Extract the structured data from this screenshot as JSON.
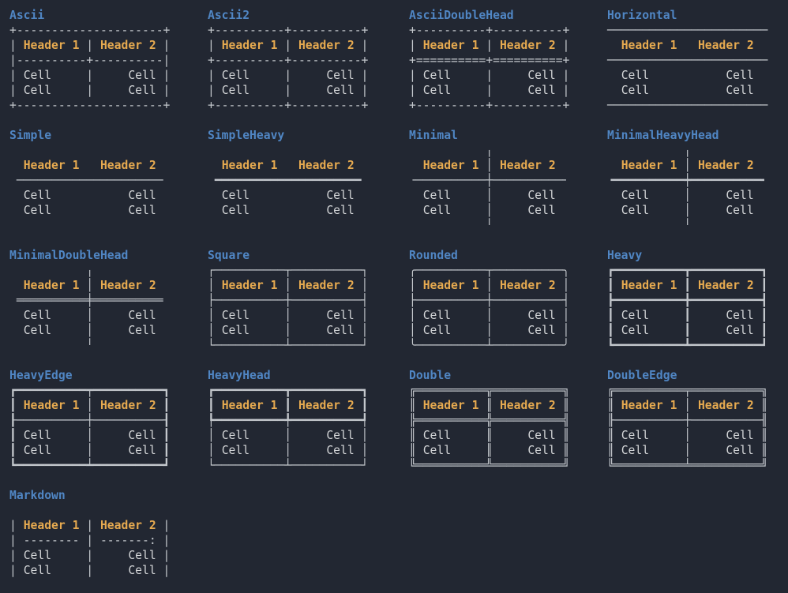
{
  "colors": {
    "background": "#222732",
    "title": "#5086c4",
    "header": "#e6aa50",
    "cell": "#d4d6d8",
    "border": "#c3c7cc"
  },
  "strings": {
    "header1": "Header 1",
    "header2": "Header 2",
    "cell": "Cell"
  },
  "tables": [
    {
      "title": "Ascii",
      "top": "+---------------------+",
      "head_pre": "| ",
      "head_mid": " | ",
      "head_post": " |",
      "sep": "|----------+----------|",
      "cell_pre": "| ",
      "cell_mid": "     |     ",
      "cell_post": " |",
      "bottom": "+---------------------+"
    },
    {
      "title": "Ascii2",
      "top": "+----------+----------+",
      "head_pre": "| ",
      "head_mid": " | ",
      "head_post": " |",
      "sep": "+----------+----------+",
      "cell_pre": "| ",
      "cell_mid": "     |     ",
      "cell_post": " |",
      "bottom": "+----------+----------+"
    },
    {
      "title": "AsciiDoubleHead",
      "top": "+----------+----------+",
      "head_pre": "| ",
      "head_mid": " | ",
      "head_post": " |",
      "sep": "+==========+==========+",
      "cell_pre": "| ",
      "cell_mid": "     |     ",
      "cell_post": " |",
      "bottom": "+----------+----------+"
    },
    {
      "title": "Horizontal",
      "top": "───────────────────────",
      "head_pre": "  ",
      "head_mid": "   ",
      "head_post": "  ",
      "sep": "───────────────────────",
      "cell_pre": "  ",
      "cell_mid": "           ",
      "cell_post": "  ",
      "bottom": "───────────────────────"
    },
    {
      "title": "Simple",
      "top": "",
      "head_pre": "  ",
      "head_mid": "   ",
      "head_post": "  ",
      "sep": " ───────────────────── ",
      "cell_pre": "  ",
      "cell_mid": "           ",
      "cell_post": "  ",
      "bottom": ""
    },
    {
      "title": "SimpleHeavy",
      "top": "",
      "head_pre": "  ",
      "head_mid": "   ",
      "head_post": "  ",
      "sep": " ━━━━━━━━━━━━━━━━━━━━━ ",
      "cell_pre": "  ",
      "cell_mid": "           ",
      "cell_post": "  ",
      "bottom": ""
    },
    {
      "title": "Minimal",
      "top": "           ╷           ",
      "head_pre": "  ",
      "head_mid": " │ ",
      "head_post": "  ",
      "sep": "╶──────────┼──────────╴",
      "cell_pre": "  ",
      "cell_mid": "     │     ",
      "cell_post": "  ",
      "bottom": "           ╵           "
    },
    {
      "title": "MinimalHeavyHead",
      "top": "           ╷           ",
      "head_pre": "  ",
      "head_mid": " │ ",
      "head_post": "  ",
      "sep": "╺━━━━━━━━━━┿━━━━━━━━━━╸",
      "cell_pre": "  ",
      "cell_mid": "     │     ",
      "cell_post": "  ",
      "bottom": "           ╵           "
    },
    {
      "title": "MinimalDoubleHead",
      "top": "           ╷           ",
      "head_pre": "  ",
      "head_mid": " │ ",
      "head_post": "  ",
      "sep": " ══════════╪══════════ ",
      "cell_pre": "  ",
      "cell_mid": "     │     ",
      "cell_post": "  ",
      "bottom": "           ╵           "
    },
    {
      "title": "Square",
      "top": "┌──────────┬──────────┐",
      "head_pre": "│ ",
      "head_mid": " │ ",
      "head_post": " │",
      "sep": "├──────────┼──────────┤",
      "cell_pre": "│ ",
      "cell_mid": "     │     ",
      "cell_post": " │",
      "bottom": "└──────────┴──────────┘"
    },
    {
      "title": "Rounded",
      "top": "╭──────────┬──────────╮",
      "head_pre": "│ ",
      "head_mid": " │ ",
      "head_post": " │",
      "sep": "├──────────┼──────────┤",
      "cell_pre": "│ ",
      "cell_mid": "     │     ",
      "cell_post": " │",
      "bottom": "╰──────────┴──────────╯"
    },
    {
      "title": "Heavy",
      "top": "┏━━━━━━━━━━┳━━━━━━━━━━┓",
      "head_pre": "┃ ",
      "head_mid": " ┃ ",
      "head_post": " ┃",
      "sep": "┣━━━━━━━━━━╋━━━━━━━━━━┫",
      "cell_pre": "┃ ",
      "cell_mid": "     ┃     ",
      "cell_post": " ┃",
      "bottom": "┗━━━━━━━━━━┻━━━━━━━━━━┛"
    },
    {
      "title": "HeavyEdge",
      "top": "┏━━━━━━━━━━┯━━━━━━━━━━┓",
      "head_pre": "┃ ",
      "head_mid": " │ ",
      "head_post": " ┃",
      "sep": "┠──────────┼──────────┨",
      "cell_pre": "┃ ",
      "cell_mid": "     │     ",
      "cell_post": " ┃",
      "bottom": "┗━━━━━━━━━━┷━━━━━━━━━━┛"
    },
    {
      "title": "HeavyHead",
      "top": "┏━━━━━━━━━━┳━━━━━━━━━━┓",
      "head_pre": "┃ ",
      "head_mid": " ┃ ",
      "head_post": " ┃",
      "sep": "┡━━━━━━━━━━╇━━━━━━━━━━┩",
      "cell_pre": "│ ",
      "cell_mid": "     │     ",
      "cell_post": " │",
      "bottom": "└──────────┴──────────┘"
    },
    {
      "title": "Double",
      "top": "╔══════════╦══════════╗",
      "head_pre": "║ ",
      "head_mid": " ║ ",
      "head_post": " ║",
      "sep": "╠══════════╬══════════╣",
      "cell_pre": "║ ",
      "cell_mid": "     ║     ",
      "cell_post": " ║",
      "bottom": "╚══════════╩══════════╝"
    },
    {
      "title": "DoubleEdge",
      "top": "╔══════════╤══════════╗",
      "head_pre": "║ ",
      "head_mid": " │ ",
      "head_post": " ║",
      "sep": "╟──────────┼──────────╢",
      "cell_pre": "║ ",
      "cell_mid": "     │     ",
      "cell_post": " ║",
      "bottom": "╚══════════╧══════════╝"
    },
    {
      "title": "Markdown",
      "top": "",
      "head_pre": "| ",
      "head_mid": " | ",
      "head_post": " |",
      "sep": "| -------- | -------: |",
      "cell_pre": "| ",
      "cell_mid": "     |     ",
      "cell_post": " |",
      "bottom": ""
    }
  ]
}
